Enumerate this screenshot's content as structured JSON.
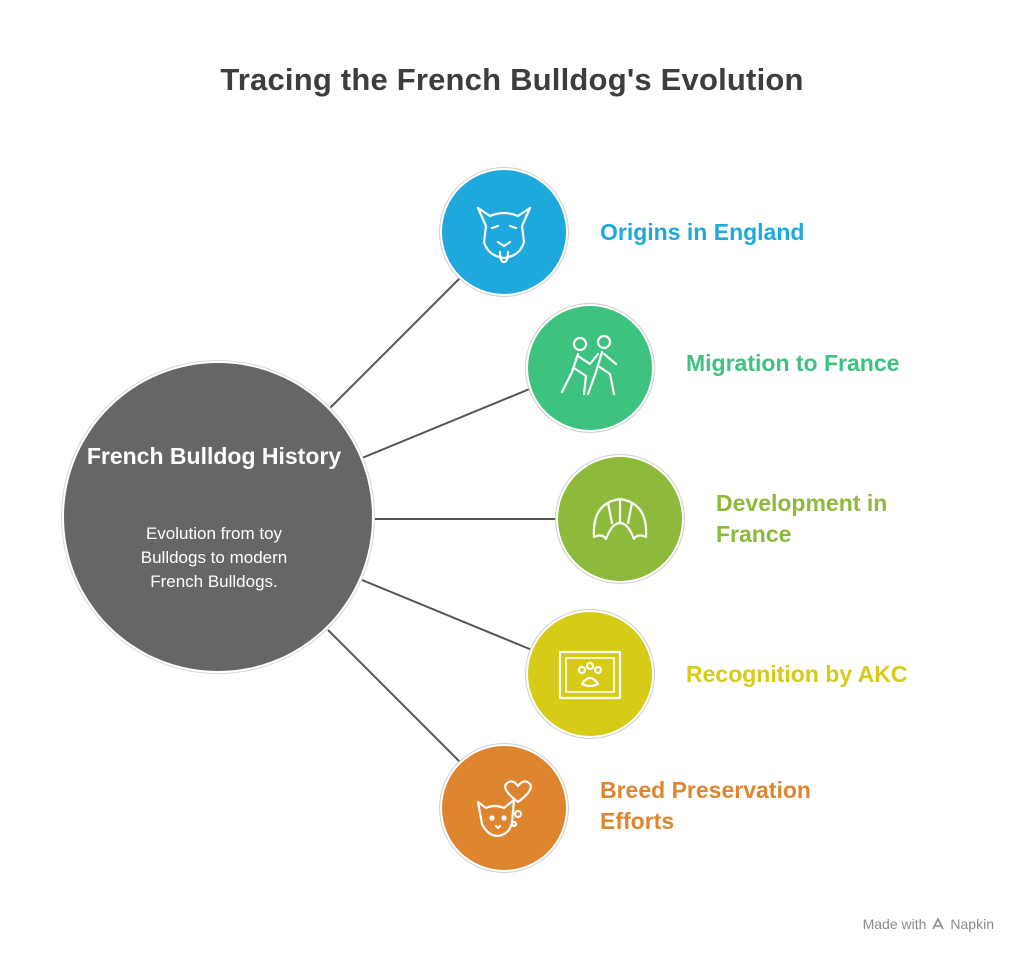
{
  "title": "Tracing the French Bulldog's Evolution",
  "center": {
    "title": "French Bulldog History",
    "description": "Evolution from toy Bulldogs to modern French Bulldogs.",
    "color": "#666666"
  },
  "nodes": [
    {
      "label": "Origins in England",
      "icon": "dog-face-icon",
      "color": "#1FA8DC"
    },
    {
      "label": "Migration to France",
      "icon": "walking-people-icon",
      "color": "#3DC27F"
    },
    {
      "label": "Development in France",
      "icon": "croissant-icon",
      "color": "#8DBA3A"
    },
    {
      "label": "Recognition by AKC",
      "icon": "paw-certificate-icon",
      "color": "#D6CB17"
    },
    {
      "label": "Breed Preservation Efforts",
      "icon": "dog-heart-icon",
      "color": "#DE8530"
    }
  ],
  "watermark": {
    "prefix": "Made with",
    "brand": "Napkin"
  }
}
